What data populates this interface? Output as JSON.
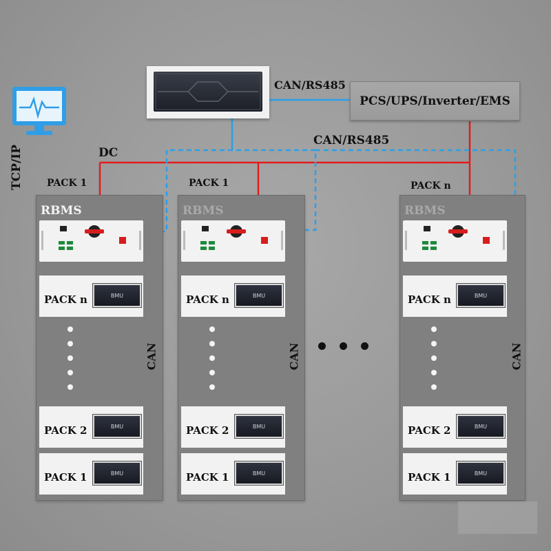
{
  "title": "",
  "labels": {
    "tcp_ip": "TCP/IP",
    "dc": "DC",
    "can_rs485_top": "CAN/RS485",
    "can_rs485_mid": "CAN/RS485",
    "ems_box": "PCS/UPS/Inverter/EMS",
    "ellipsis": "• • •"
  },
  "columns": [
    {
      "header": "PACK 1",
      "title": "RBMS",
      "can": "CAN",
      "packs": [
        {
          "label": "PACK n",
          "bmu": "BMU"
        },
        {
          "label": "PACK 2",
          "bmu": "BMU"
        },
        {
          "label": "PACK 1",
          "bmu": "BMU"
        }
      ]
    },
    {
      "header": "PACK 1",
      "title": "RBMS",
      "can": "CAN",
      "packs": [
        {
          "label": "PACK n",
          "bmu": "BMU"
        },
        {
          "label": "PACK 2",
          "bmu": "BMU"
        },
        {
          "label": "PACK 1",
          "bmu": "BMU"
        }
      ]
    },
    {
      "header": "PACK n",
      "title": "RBMS",
      "can": "CAN",
      "packs": [
        {
          "label": "PACK n",
          "bmu": "BMU"
        },
        {
          "label": "PACK 2",
          "bmu": "BMU"
        },
        {
          "label": "PACK 1",
          "bmu": "BMU"
        }
      ]
    }
  ],
  "colors": {
    "dc_line": "#e21c1c",
    "can_line": "#2aa0e8",
    "background": "#9a9a9a",
    "cabinet": "#808080"
  },
  "icons": {
    "monitor": "monitor-pulse-icon",
    "controller": "battery-controller-device",
    "switch": "rotary-switch-icon"
  }
}
